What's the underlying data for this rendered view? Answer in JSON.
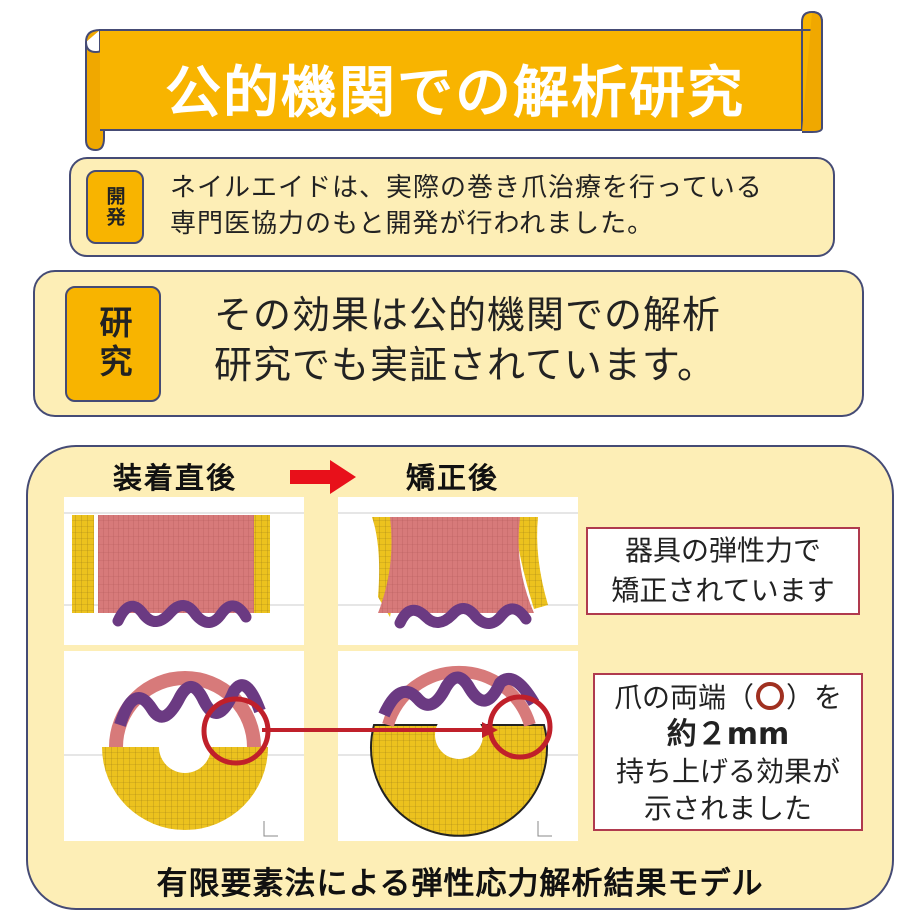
{
  "banner": {
    "title": "公的機関での解析研究"
  },
  "dev": {
    "badge": "開発",
    "line1": "ネイルエイドは、実際の巻き爪治療を行っている",
    "line2": "専門医協力のもと開発が行われました。"
  },
  "research": {
    "badge": "研究",
    "line1": "その効果は公的機関での解析",
    "line2": "研究でも実証されています。"
  },
  "analysis": {
    "label_before": "装着直後",
    "label_after": "矯正後",
    "callout1_line1": "器具の弾性力で",
    "callout1_line2": "矯正されています",
    "callout2_pre": "爪の両端（",
    "callout2_post": "）を",
    "callout2_bold": "約２mm",
    "callout2_line3": "持ち上げる効果が",
    "callout2_line4": "示されました",
    "footer": "有限要素法による弾性応力解析結果モデル"
  },
  "colors": {
    "banner": "#f8b400",
    "box_fill": "#fdeeb6",
    "box_border": "#454b75",
    "arrow_red": "#e8101a",
    "nail_pink": "#d77a7a",
    "mesh_yellow": "#ecc21e",
    "device_purple": "#6b3a82",
    "ring": "#c0202a"
  }
}
